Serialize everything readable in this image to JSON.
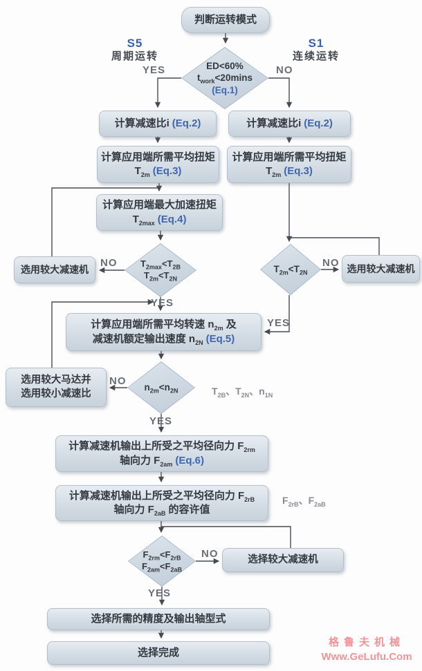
{
  "title_box": "判断运转模式",
  "branch_labels": {
    "s5": "S5",
    "s5_name": "周期运转",
    "s1": "S1",
    "s1_name": "连续运转"
  },
  "flow_labels": {
    "yes": "YES",
    "no": "NO"
  },
  "decision1": {
    "line1": "ED<60%",
    "line2": "t_{work}<20mins",
    "eq": "(Eq.1)"
  },
  "left_branch": {
    "calc_ratio": "计算减速比i",
    "calc_ratio_eq": "(Eq.2)",
    "calc_torque_l1": "计算应用端所需平均扭矩",
    "calc_torque_l2": "T_{2m}",
    "calc_torque_eq": "(Eq.3)",
    "calc_max_torque_l1": "计算应用端最大加速扭矩",
    "calc_max_torque_l2": "T_{2max}",
    "calc_max_torque_eq": "(Eq.4)",
    "decision_torque_l1": "T_{2max}<T_{2B}",
    "decision_torque_l2": "T_{2m}<T_{2N}",
    "bigger_reducer": "选用较大减速机"
  },
  "right_branch": {
    "calc_ratio": "计算减速比i",
    "calc_ratio_eq": "(Eq.2)",
    "calc_torque_l1": "计算应用端所需平均扭矩",
    "calc_torque_l2": "T_{2m}",
    "calc_torque_eq": "(Eq.3)",
    "decision_torque": "T_{2m}<T_{2N}",
    "bigger_reducer": "选用较大减速机"
  },
  "speed_section": {
    "calc_speed_l1": "计算应用端所需平均转速 n_{2m} 及",
    "calc_speed_l2": "减速机额定输出速度 n_{2N}",
    "calc_speed_eq": "(Eq.5)",
    "decision_speed": "n_{2m}<n_{2N}",
    "motor_l1": "选用较大马达并",
    "motor_l2": "选用较小减速比",
    "annotation": "T_{2B}、T_{2N}、n_{1N}"
  },
  "force_section": {
    "calc_force_l1": "计算减速机输出上所受之平均径向力 F_{2rm}",
    "calc_force_l2": "轴向力 F_{2am}",
    "calc_force_eq": "(Eq.6)",
    "allow_force_l1": "计算减速机输出上所受之平均径向力 F_{2rB}",
    "allow_force_l2": "轴向力 F_{2aB} 的容许值",
    "annotation": "F_{2rB}、F_{2aB}",
    "decision_force_l1": "F_{2rm}<F_{2rB}",
    "decision_force_l2": "F_{2am}<F_{2aB}",
    "choose_bigger": "选择较大减速机"
  },
  "final": {
    "precision": "选择所需的精度及输出轴型式",
    "done": "选择完成"
  },
  "watermark": {
    "line1": "格鲁夫机械",
    "line2": "Www.GeLufu.Com"
  },
  "colors": {
    "eq_blue": "#3f66ae",
    "label_gray": "#696e76",
    "watermark_pink": "#f09497"
  }
}
